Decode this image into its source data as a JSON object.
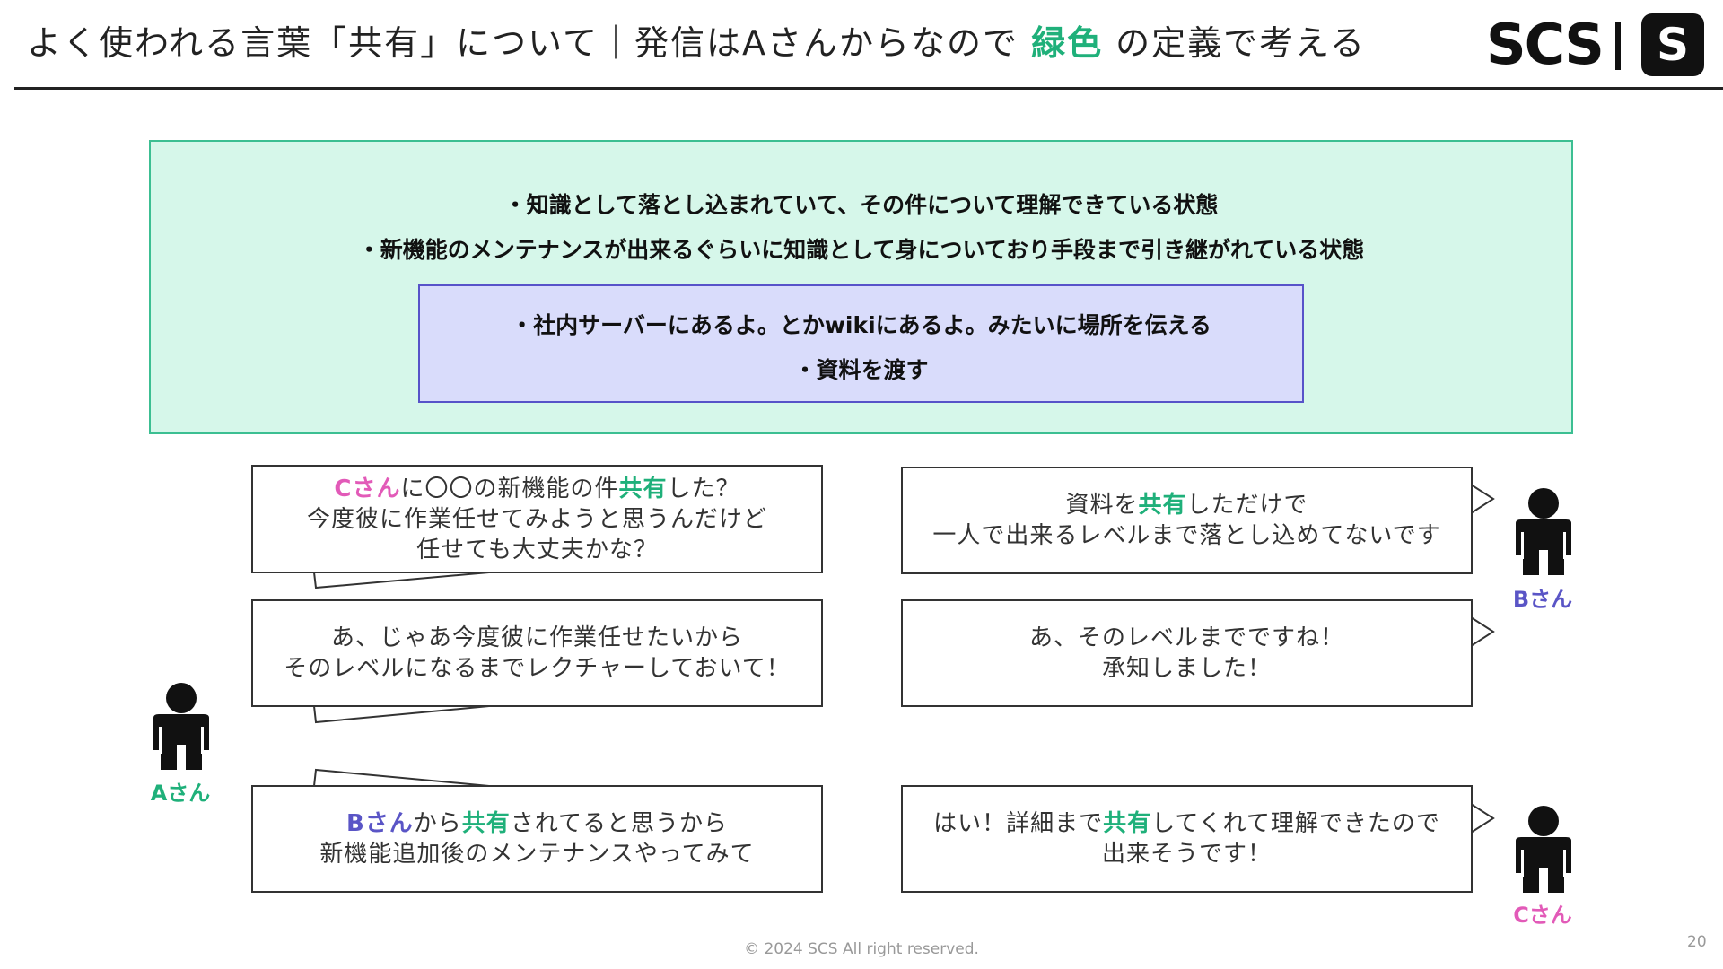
{
  "header": {
    "title_prefix": "よく使われる言葉「共有」について｜発信はAさんからなので",
    "title_accent": "緑色",
    "title_suffix": "の定義で考える",
    "logo_text": "SCS",
    "logo_icon_letter": "S"
  },
  "definition": {
    "green_lines": [
      "・知識として落とし込まれていて、その件について理解できている状態",
      "・新機能のメンテナンスが出来るぐらいに知識として身についており手段まで引き継がれている状態"
    ],
    "purple_lines": [
      "・社内サーバーにあるよ。とかwikiにあるよ。みたいに場所を伝える",
      "・資料を渡す"
    ]
  },
  "dialogue": {
    "left": [
      {
        "line1_name": "Cさん",
        "line1_mid": "に〇〇の新機能の件",
        "line1_keyword": "共有",
        "line1_end": "した？",
        "line2": "今度彼に作業任せてみようと思うんだけど",
        "line3": "任せても大丈夫かな？"
      },
      {
        "line1": "あ、じゃあ今度彼に作業任せたいから",
        "line2": "そのレベルになるまでレクチャーしておいて！"
      },
      {
        "line1_name": "Bさん",
        "line1_mid": "から",
        "line1_keyword": "共有",
        "line1_end": "されてると思うから",
        "line2": "新機能追加後のメンテナンスやってみて"
      }
    ],
    "right": [
      {
        "line1_start": "資料を",
        "line1_keyword": "共有",
        "line1_end": "しただけで",
        "line2": "一人で出来るレベルまで落とし込めてないです"
      },
      {
        "line1": "あ、そのレベルまでですね！",
        "line2": "承知しました！"
      },
      {
        "line1_start": "はい！詳細まで",
        "line1_keyword": "共有",
        "line1_end": "してくれて理解できたので",
        "line2": "出来そうです！"
      }
    ]
  },
  "people": {
    "a_label": "Aさん",
    "b_label": "Bさん",
    "c_label": "Cさん"
  },
  "colors": {
    "green": "#1fb07a",
    "pink": "#e25ab8",
    "purple": "#5a55c6",
    "green_box": "#d6f7ea",
    "purple_box": "#d9dcfb"
  },
  "footer": {
    "copyright": "© 2024 SCS All right reserved.",
    "page_number": "20"
  }
}
